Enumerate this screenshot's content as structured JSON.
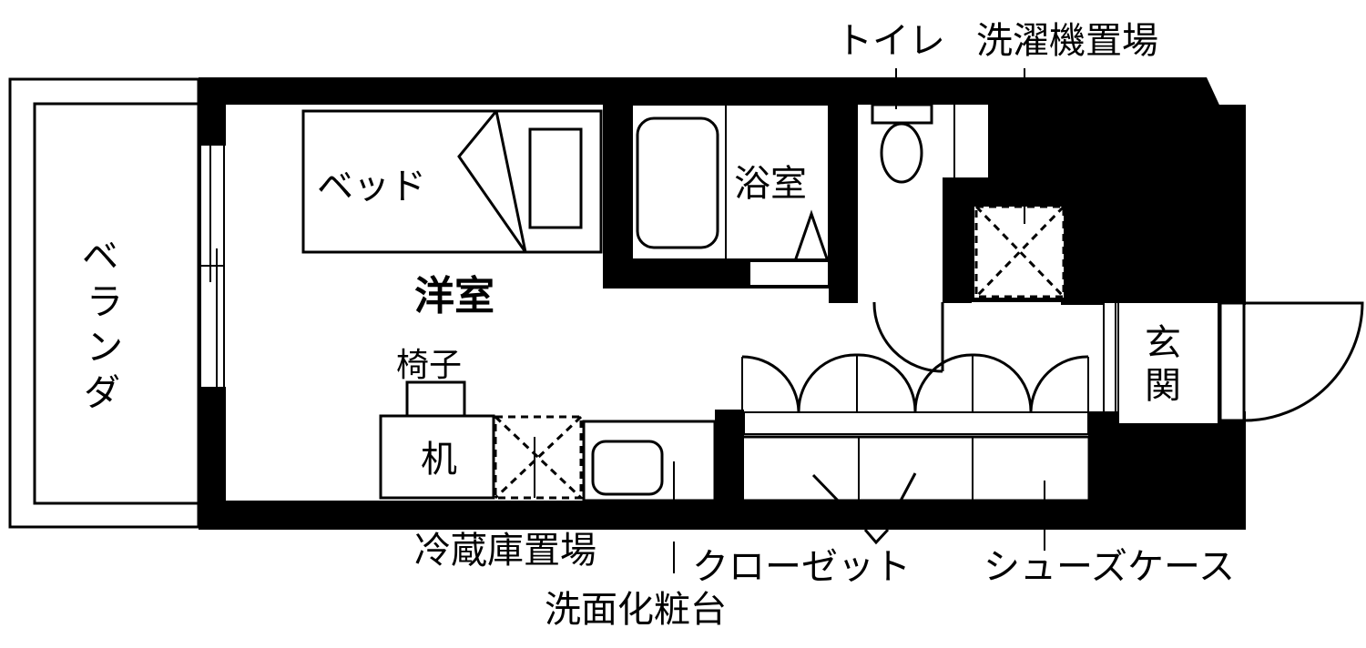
{
  "floor_plan": {
    "colors": {
      "wall": "#000000",
      "background": "#ffffff",
      "line": "#000000"
    },
    "rooms": {
      "western_room": "洋室",
      "bathroom": "浴室",
      "entrance": [
        "玄",
        "関"
      ],
      "veranda": [
        "ベ",
        "ラ",
        "ン",
        "ダ"
      ]
    },
    "furniture": {
      "bed": "ベッド",
      "chair": "椅子",
      "desk": "机"
    },
    "callouts": {
      "toilet": "トイレ",
      "washing_machine": "洗濯機置場",
      "fridge": "冷蔵庫置場",
      "vanity": "洗面化粧台",
      "closet": "クローゼット",
      "shoe_case": "シューズケース"
    }
  }
}
